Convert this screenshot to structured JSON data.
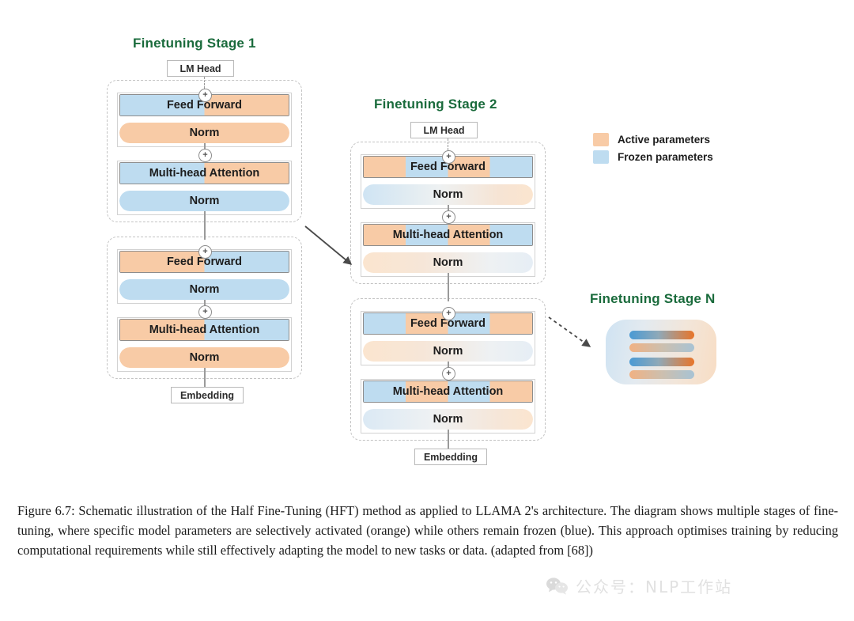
{
  "figure": {
    "caption": "Figure 6.7: Schematic illustration of the Half Fine-Tuning (HFT) method as applied to LLAMA 2's architecture. The diagram shows multiple stages of fine-tuning, where specific model parameters are selectively activated (orange) while others remain frozen (blue). This approach optimises training by reducing computational requirements while still effectively adapting the model to new tasks or data. (adapted from [68])"
  },
  "colors": {
    "active": "#f8cba6",
    "frozen": "#bedcf0",
    "title_green": "#1a6b3c",
    "border_gray": "#8d8d8d",
    "dash_gray": "#c3c3c3",
    "line_gray": "#9a9a9a",
    "n_blue": "#4a9ad4",
    "n_orange": "#e8752a"
  },
  "legend": {
    "items": [
      {
        "label": "Active parameters",
        "color": "#f8cba6",
        "key": "active"
      },
      {
        "label": "Frozen parameters",
        "color": "#bedcf0",
        "key": "frozen"
      }
    ]
  },
  "stages": [
    {
      "id": "stage-1",
      "title": "Finetuning Stage 1",
      "top_cap": "LM Head",
      "bottom_cap": "Embedding",
      "blocks": [
        {
          "id": "block-1-upper",
          "layers": [
            {
              "name": "Feed Forward",
              "shape": "rect",
              "pattern": [
                "frozen",
                "active"
              ]
            },
            {
              "name": "Norm",
              "shape": "pill",
              "pattern": [
                "active"
              ]
            }
          ]
        },
        {
          "id": "block-1-lower-a",
          "layers": [
            {
              "name": "Multi-head Attention",
              "shape": "rect",
              "pattern": [
                "frozen",
                "active"
              ]
            },
            {
              "name": "Norm",
              "shape": "pill",
              "pattern": [
                "frozen"
              ]
            }
          ]
        },
        {
          "id": "block-1-lower-b",
          "layers": [
            {
              "name": "Feed Forward",
              "shape": "rect",
              "pattern": [
                "active",
                "frozen"
              ]
            },
            {
              "name": "Norm",
              "shape": "pill",
              "pattern": [
                "frozen"
              ]
            }
          ]
        },
        {
          "id": "block-1-lower-c",
          "layers": [
            {
              "name": "Multi-head Attention",
              "shape": "rect",
              "pattern": [
                "active",
                "frozen"
              ]
            },
            {
              "name": "Norm",
              "shape": "pill",
              "pattern": [
                "active"
              ]
            }
          ]
        }
      ]
    },
    {
      "id": "stage-2",
      "title": "Finetuning Stage 2",
      "top_cap": "LM Head",
      "bottom_cap": "Embedding",
      "blocks": [
        {
          "id": "block-2-upper",
          "layers": [
            {
              "name": "Feed Forward",
              "shape": "rect",
              "pattern": [
                "active",
                "frozen",
                "active",
                "frozen"
              ]
            },
            {
              "name": "Norm",
              "shape": "pill",
              "pattern": [
                "gradient-blue-orange"
              ]
            }
          ]
        },
        {
          "id": "block-2-upper-b",
          "layers": [
            {
              "name": "Multi-head Attention",
              "shape": "rect",
              "pattern": [
                "active",
                "frozen",
                "active",
                "frozen"
              ]
            },
            {
              "name": "Norm",
              "shape": "pill",
              "pattern": [
                "gradient-orange-blue"
              ]
            }
          ]
        },
        {
          "id": "block-2-lower-a",
          "layers": [
            {
              "name": "Feed Forward",
              "shape": "rect",
              "pattern": [
                "frozen",
                "active",
                "frozen",
                "active"
              ]
            },
            {
              "name": "Norm",
              "shape": "pill",
              "pattern": [
                "gradient-orange-blue"
              ]
            }
          ]
        },
        {
          "id": "block-2-lower-b",
          "layers": [
            {
              "name": "Multi-head Attention",
              "shape": "rect",
              "pattern": [
                "frozen",
                "active",
                "frozen",
                "active"
              ]
            },
            {
              "name": "Norm",
              "shape": "pill",
              "pattern": [
                "gradient-blue-orange"
              ]
            }
          ]
        }
      ]
    },
    {
      "id": "stage-n",
      "title": "Finetuning Stage N",
      "bars": 4
    }
  ],
  "watermark": {
    "text": "公众号：NLP工作站"
  },
  "plus_symbol": "+"
}
